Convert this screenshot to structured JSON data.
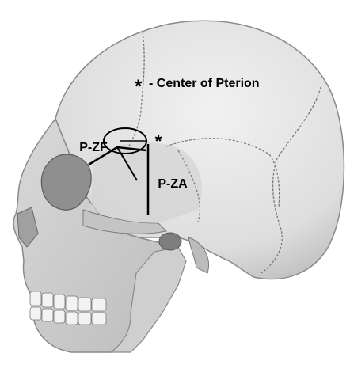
{
  "legend": {
    "symbol": "*",
    "text": "- Center of Pterion"
  },
  "labels": {
    "zf": "P-ZF",
    "za": "P-ZA",
    "center_mark": "*"
  },
  "colors": {
    "bone": "#e6e6e6",
    "bone_shade": "#c8c8c8",
    "suture": "#7a7a7a",
    "line": "#111111"
  }
}
